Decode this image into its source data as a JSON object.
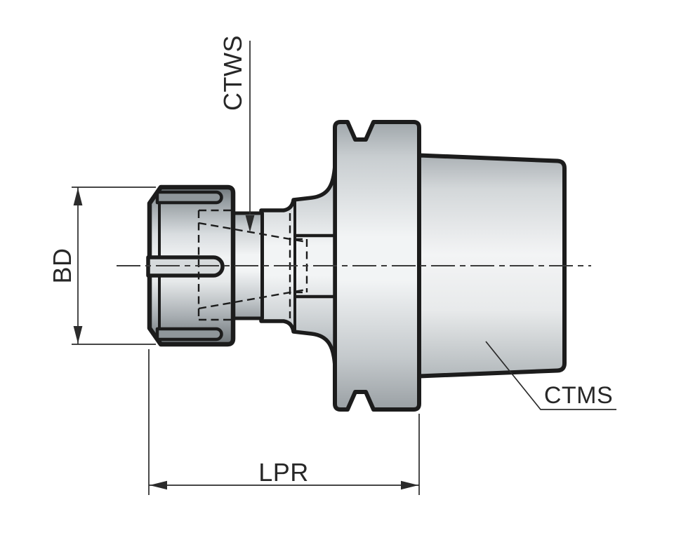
{
  "drawing": {
    "labels": {
      "ctws": "CTWS",
      "bd": "BD",
      "lpr": "LPR",
      "ctms": "CTMS"
    },
    "colors": {
      "background": "#ffffff",
      "line": "#1c1c1c",
      "dimension": "#2b2b2b",
      "text": "#272727",
      "metal_light": "#f3f4f5",
      "metal_mid": "#c9ced1",
      "metal_dark": "#82898d",
      "slot_fill": "#d6dadc"
    }
  }
}
